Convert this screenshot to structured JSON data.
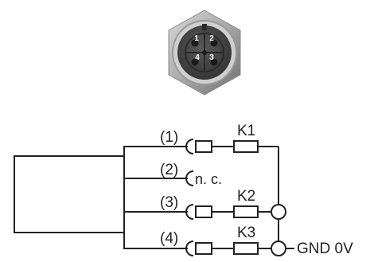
{
  "connector": {
    "pins": [
      "1",
      "2",
      "3",
      "4"
    ]
  },
  "wiring": {
    "lines": [
      {
        "pin_label": "(1)",
        "contact": "K1"
      },
      {
        "pin_label": "(2)",
        "contact": "n. c."
      },
      {
        "pin_label": "(3)",
        "contact": "K2"
      },
      {
        "pin_label": "(4)",
        "contact": "K3"
      }
    ],
    "ground_label": "GND 0V"
  },
  "colors": {
    "line": "#222222",
    "connector_body": "#4a4a4a",
    "connector_ring": "#b9b9b9"
  }
}
